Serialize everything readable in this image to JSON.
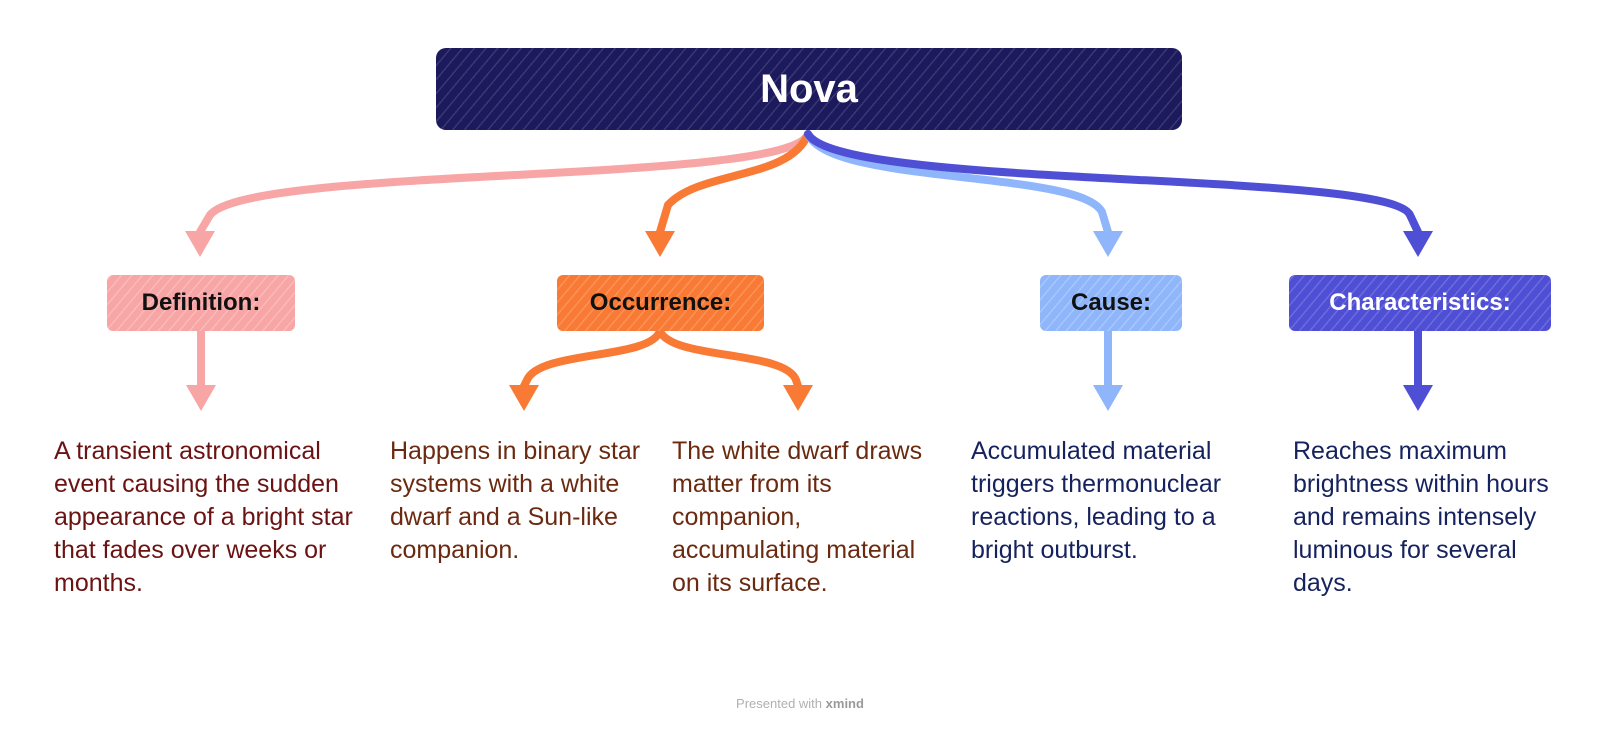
{
  "root": {
    "label": "Nova",
    "color": "#1c1a5c"
  },
  "branches": [
    {
      "label": "Definition:",
      "color": "#f8a5a6"
    },
    {
      "label": "Occurrence:",
      "color": "#f97a34"
    },
    {
      "label": "Cause:",
      "color": "#8fb6fb"
    },
    {
      "label": "Characteristics:",
      "color": "#4f4fd6"
    }
  ],
  "leaves": {
    "definition": "A transient astronomical event causing the sudden appearance of a bright star that fades over weeks or months.",
    "occurrence_1": "Happens in binary star systems with a white dwarf and a Sun-like companion.",
    "occurrence_2": "The white dwarf draws matter from its companion, accumulating material on its surface.",
    "cause": "Accumulated material triggers thermonuclear reactions, leading to a bright outburst.",
    "characteristics": "Reaches maximum brightness within hours and remains intensely luminous for several days."
  },
  "footer": {
    "prefix": "Presented with",
    "brand": "xmind"
  }
}
